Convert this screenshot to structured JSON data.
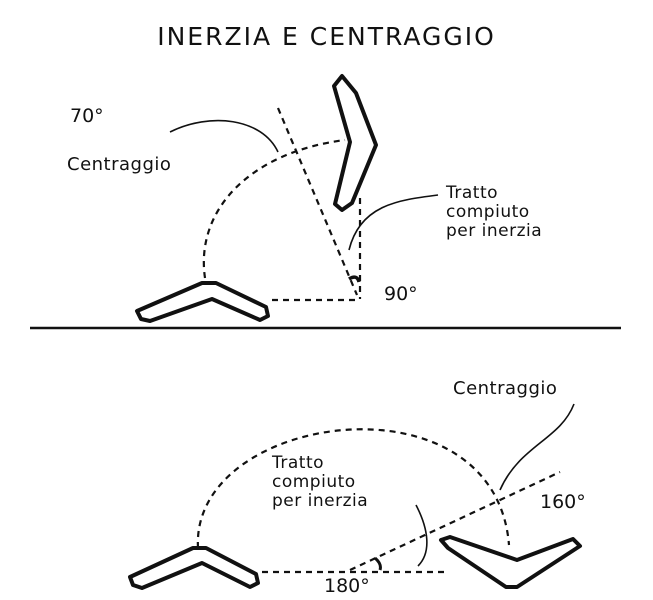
{
  "title": "INERZIA E CENTRAGGIO",
  "top_panel": {
    "angle_70": "70°",
    "angle_90": "90°",
    "centering_label": "Centraggio",
    "inertia_label": "Tratto\ncompiuto\nper inerzia"
  },
  "bottom_panel": {
    "angle_180": "180°",
    "angle_160": "160°",
    "centering_label": "Centraggio",
    "inertia_label": "Tratto\ncompiuto\nper inerzia"
  }
}
